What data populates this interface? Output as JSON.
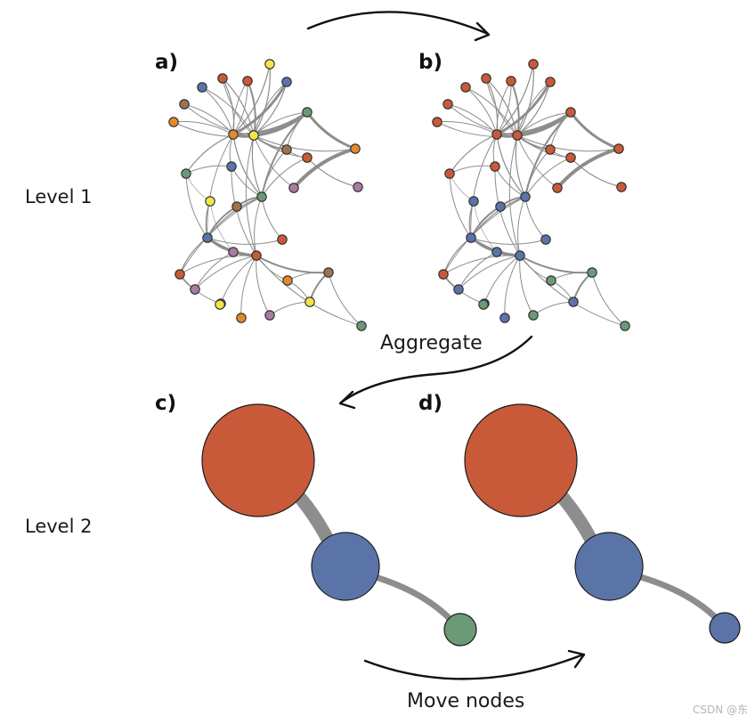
{
  "labels": {
    "a": "a)",
    "b": "b)",
    "c": "c)",
    "d": "d)",
    "level1": "Level 1",
    "level2": "Level 2",
    "aggregate": "Aggregate",
    "move_nodes": "Move nodes",
    "watermark": "CSDN @东"
  },
  "colors": {
    "red": "#c85a3a",
    "blue": "#5b74a8",
    "green": "#6a9a76",
    "orange": "#e3892a",
    "yellow": "#f0e64a",
    "brown": "#9b7350",
    "purple": "#a77c9f",
    "edge": "#8d8d8d",
    "stroke": "#2b2b2b"
  },
  "level1": {
    "node_colors_a": [
      "yellow",
      "blue",
      "red",
      "red",
      "blue",
      "brown",
      "orange",
      "green",
      "orange",
      "yellow",
      "brown",
      "orange",
      "red",
      "blue",
      "green",
      "green",
      "purple",
      "purple",
      "yellow",
      "brown",
      "blue",
      "red",
      "purple",
      "red",
      "red",
      "purple",
      "orange",
      "brown",
      "orange",
      "yellow",
      "orange",
      "purple",
      "yellow",
      "green"
    ],
    "node_colors_b": [
      "red",
      "red",
      "red",
      "red",
      "red",
      "red",
      "red",
      "red",
      "red",
      "red",
      "red",
      "red",
      "red",
      "red",
      "red",
      "blue",
      "red",
      "red",
      "blue",
      "blue",
      "blue",
      "blue",
      "blue",
      "blue",
      "red",
      "blue",
      "green",
      "green",
      "blue",
      "blue",
      "blue",
      "green",
      "green",
      "green"
    ]
  },
  "level2": {
    "c": {
      "node_colors": [
        "red",
        "blue",
        "green"
      ]
    },
    "d": {
      "node_colors": [
        "red",
        "blue",
        "blue"
      ]
    }
  }
}
